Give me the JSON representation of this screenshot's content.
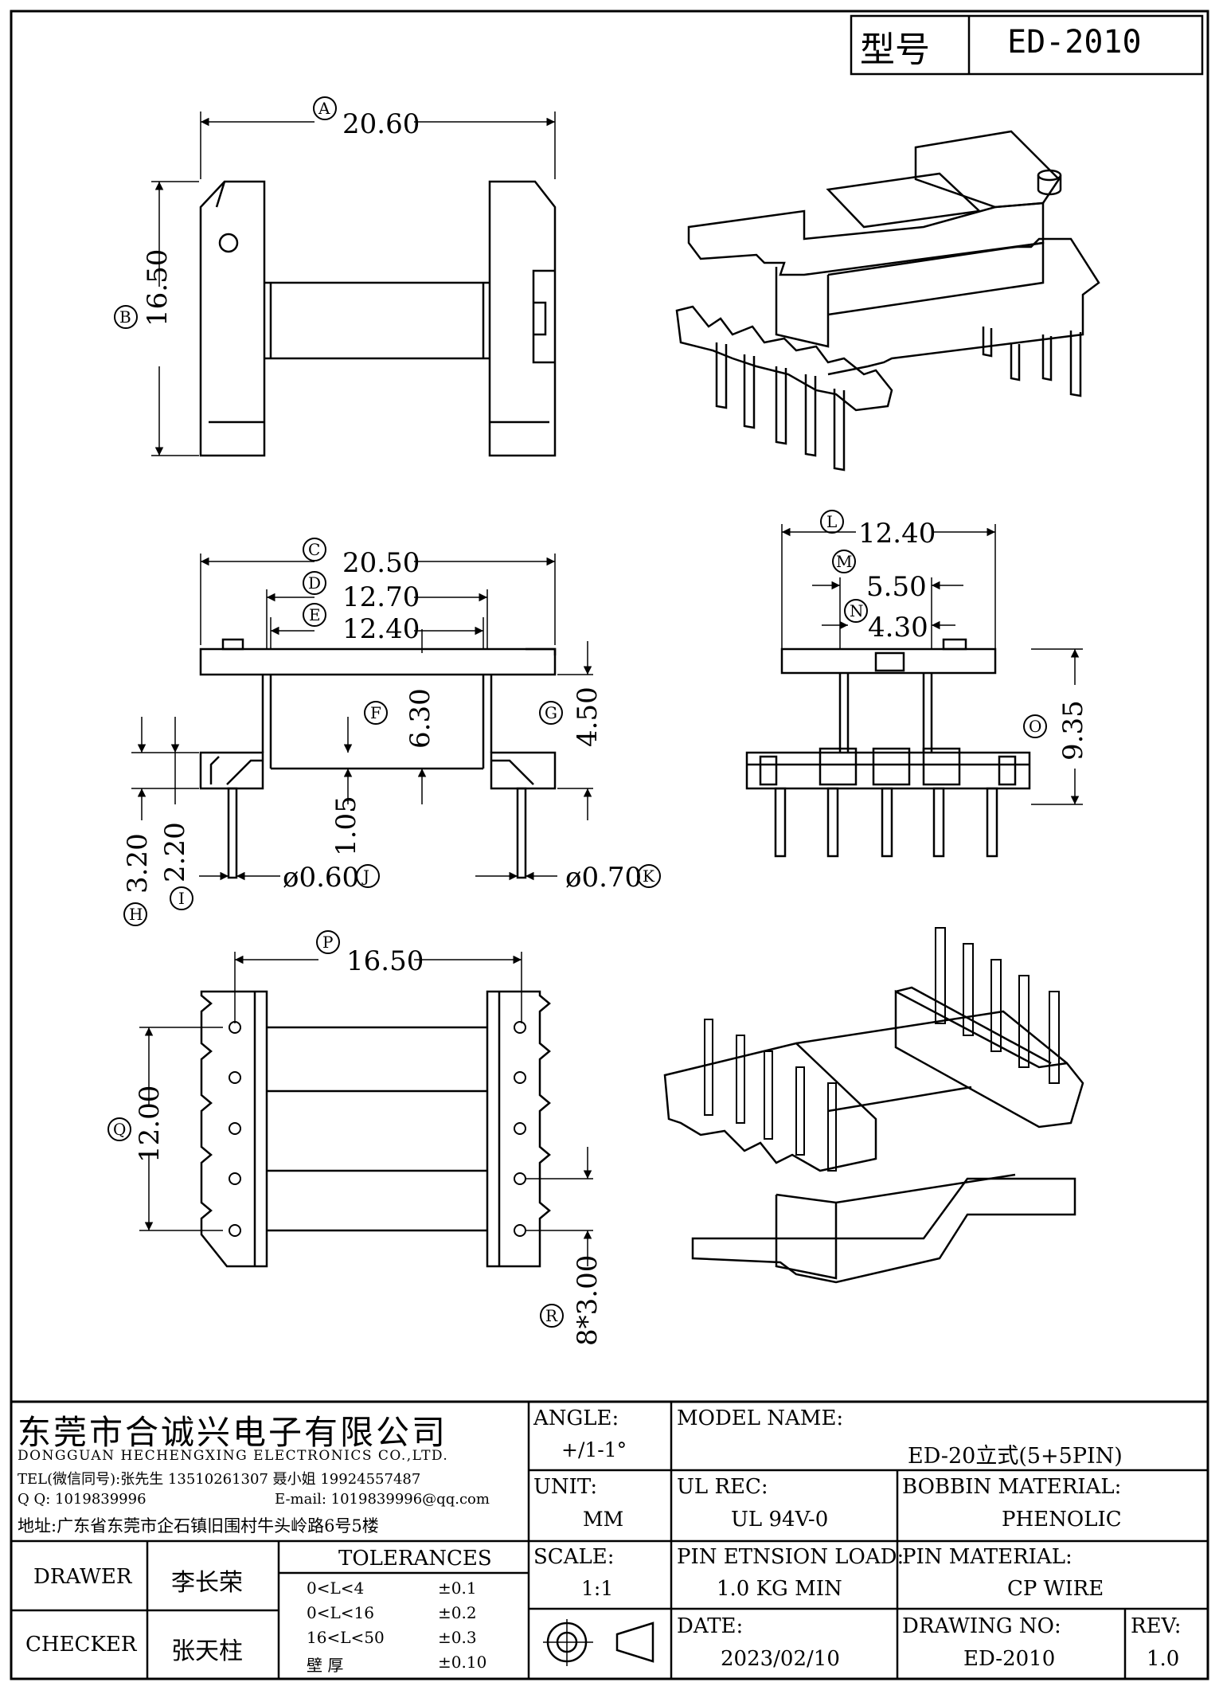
{
  "model_box": {
    "label": "型号",
    "value": "ED-2010"
  },
  "dims": {
    "A": {
      "letter": "A",
      "value": "20.60"
    },
    "B": {
      "letter": "B",
      "value": "16.50"
    },
    "C": {
      "letter": "C",
      "value": "20.50"
    },
    "D": {
      "letter": "D",
      "value": "12.70"
    },
    "E": {
      "letter": "E",
      "value": "12.40"
    },
    "F": {
      "letter": "F",
      "value": "6.30"
    },
    "G": {
      "letter": "G",
      "value": "4.50"
    },
    "H": {
      "letter": "H",
      "value": "3.20"
    },
    "I": {
      "letter": "I",
      "value": "2.20"
    },
    "J": {
      "letter": "J",
      "value": "ø0.60"
    },
    "K": {
      "letter": "K",
      "value": "ø0.70"
    },
    "L": {
      "letter": "L",
      "value": "12.40"
    },
    "M": {
      "letter": "M",
      "value": "5.50"
    },
    "N": {
      "letter": "N",
      "value": "4.30"
    },
    "O": {
      "letter": "O",
      "value": "9.35"
    },
    "P": {
      "letter": "P",
      "value": "16.50"
    },
    "Q": {
      "letter": "Q",
      "value": "12.00"
    },
    "R": {
      "letter": "R",
      "value": "8*3.00"
    },
    "F2": {
      "value": "1.05"
    }
  },
  "company": {
    "name_cn": "东莞市合诚兴电子有限公司",
    "name_en": "DONGGUAN HECHENGXING ELECTRONICS CO.,LTD.",
    "tel": "TEL(微信同号):张先生 13510261307 聂小姐 19924557487",
    "qq": "Q Q: 1019839996",
    "email": "E-mail: 1019839996@qq.com",
    "address": "地址:广东省东莞市企石镇旧围村牛头岭路6号5楼"
  },
  "title_block": {
    "angle_label": "ANGLE:",
    "angle_value": "+/1-1°",
    "unit_label": "UNIT:",
    "unit_value": "MM",
    "scale_label": "SCALE:",
    "scale_value": "1:1",
    "model_label": "MODEL NAME:",
    "model_value": "ED-20立式(5+5PIN)",
    "ul_label": "UL REC:",
    "ul_value": "UL 94V-0",
    "bobbin_label": "BOBBIN MATERIAL:",
    "bobbin_value": "PHENOLIC",
    "pin_load_label": "PIN ETNSION LOAD:",
    "pin_load_value": "1.0 KG MIN",
    "pin_mat_label": "PIN MATERIAL:",
    "pin_mat_value": "CP WIRE",
    "date_label": "DATE:",
    "date_value": "2023/02/10",
    "drawing_label": "DRAWING NO:",
    "drawing_value": "ED-2010",
    "rev_label": "REV:",
    "rev_value": "1.0",
    "drawer_label": "DRAWER",
    "drawer_value": "李长荣",
    "checker_label": "CHECKER",
    "checker_value": "张天柱",
    "tolerances_title": "TOLERANCES",
    "tolerances": [
      {
        "range": "0<L<4",
        "value": "±0.1"
      },
      {
        "range": "0<L<16",
        "value": "±0.2"
      },
      {
        "range": "16<L<50",
        "value": "±0.3"
      },
      {
        "range": "壁    厚",
        "value": "±0.10"
      }
    ]
  }
}
